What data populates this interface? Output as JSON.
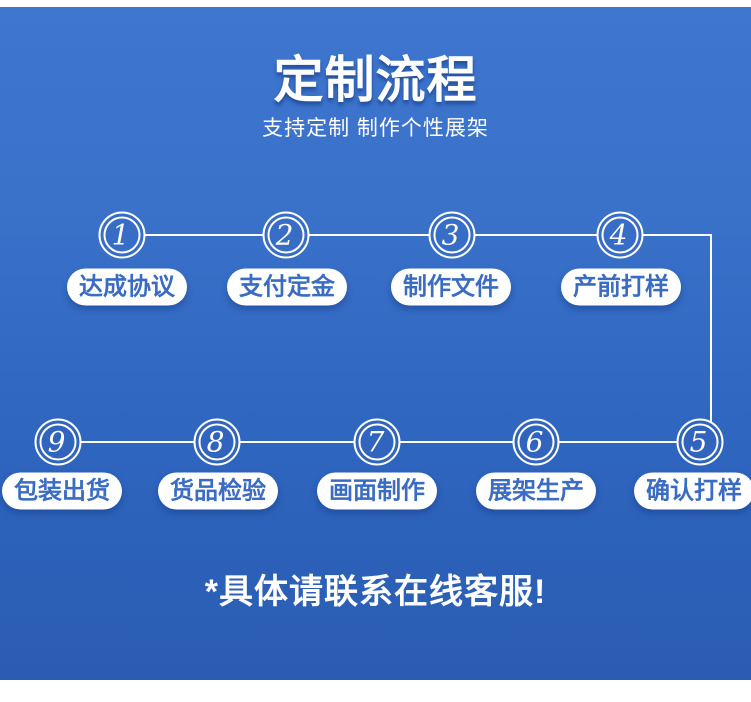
{
  "header": {
    "title": "定制流程",
    "subtitle": "支持定制 制作个性展架"
  },
  "steps": [
    {
      "number": "1",
      "label": "达成协议"
    },
    {
      "number": "2",
      "label": "支付定金"
    },
    {
      "number": "3",
      "label": "制作文件"
    },
    {
      "number": "4",
      "label": "产前打样"
    },
    {
      "number": "5",
      "label": "确认打样"
    },
    {
      "number": "6",
      "label": "展架生产"
    },
    {
      "number": "7",
      "label": "画面制作"
    },
    {
      "number": "8",
      "label": "货品检验"
    },
    {
      "number": "9",
      "label": "包装出货"
    }
  ],
  "footnote": "*具体请联系在线客服!",
  "colors": {
    "background_top": "#3e76d0",
    "background_bottom": "#2a5cb2",
    "step_label_text": "#3a6cc4",
    "text": "#ffffff"
  }
}
